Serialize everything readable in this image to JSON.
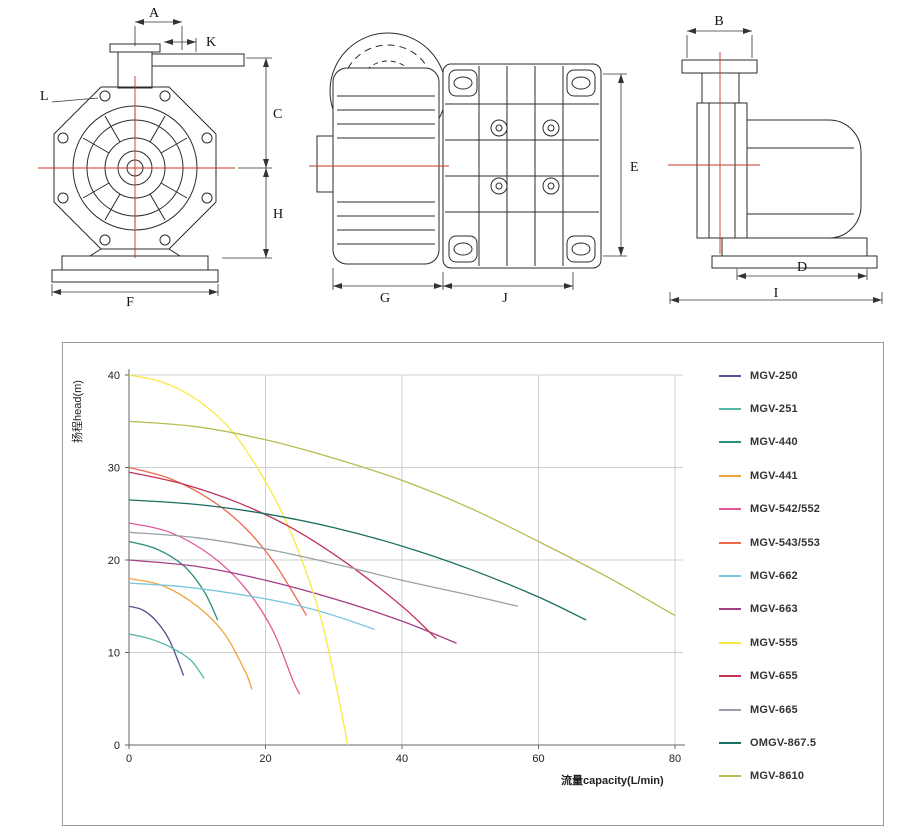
{
  "drawings": {
    "dims": {
      "A": "A",
      "B": "B",
      "C": "C",
      "D": "D",
      "E": "E",
      "F": "F",
      "G": "G",
      "H": "H",
      "I": "I",
      "J": "J",
      "K": "K",
      "L": "L"
    }
  },
  "chart_data": {
    "type": "line",
    "title": "",
    "xlabel": "流量capacity(L/min)",
    "ylabel": "扬程head(m)",
    "xlim": [
      0,
      80
    ],
    "ylim": [
      0,
      40
    ],
    "x_ticks": [
      0,
      20,
      40,
      60,
      80
    ],
    "y_ticks": [
      0,
      10,
      20,
      30,
      40
    ],
    "grid": true,
    "legend_position": "right",
    "series": [
      {
        "name": "MGV-250",
        "color": "#55508e",
        "points": [
          [
            0,
            15
          ],
          [
            2,
            14.6
          ],
          [
            4,
            13.4
          ],
          [
            6,
            11.2
          ],
          [
            8,
            7.5
          ]
        ]
      },
      {
        "name": "MGV-251",
        "color": "#53b8a8",
        "points": [
          [
            0,
            12
          ],
          [
            3,
            11.5
          ],
          [
            6,
            10.6
          ],
          [
            9,
            9.2
          ],
          [
            11,
            7.2
          ]
        ]
      },
      {
        "name": "MGV-440",
        "color": "#2f8e7e",
        "points": [
          [
            0,
            22
          ],
          [
            4,
            21.2
          ],
          [
            8,
            19.4
          ],
          [
            11,
            16.6
          ],
          [
            13,
            13.5
          ]
        ]
      },
      {
        "name": "MGV-441",
        "color": "#f0a43c",
        "points": [
          [
            0,
            18
          ],
          [
            5,
            17.2
          ],
          [
            10,
            15
          ],
          [
            14,
            12
          ],
          [
            17,
            8
          ],
          [
            18,
            6
          ]
        ]
      },
      {
        "name": "MGV-542/552",
        "color": "#e05a9b",
        "points": [
          [
            0,
            24
          ],
          [
            6,
            23
          ],
          [
            12,
            20.5
          ],
          [
            17,
            17
          ],
          [
            21,
            12.5
          ],
          [
            24,
            7
          ],
          [
            25,
            5.5
          ]
        ]
      },
      {
        "name": "MGV-543/553",
        "color": "#ed6a50",
        "points": [
          [
            0,
            30
          ],
          [
            6,
            28.8
          ],
          [
            12,
            26.5
          ],
          [
            17,
            23.5
          ],
          [
            21,
            20
          ],
          [
            24,
            16.5
          ],
          [
            26,
            14
          ]
        ]
      },
      {
        "name": "MGV-662",
        "color": "#7cc7dd",
        "points": [
          [
            0,
            17.5
          ],
          [
            8,
            17.1
          ],
          [
            16,
            16.3
          ],
          [
            24,
            15.2
          ],
          [
            30,
            14
          ],
          [
            36,
            12.5
          ]
        ]
      },
      {
        "name": "MGV-663",
        "color": "#a63d85",
        "points": [
          [
            0,
            20
          ],
          [
            10,
            19.3
          ],
          [
            20,
            17.8
          ],
          [
            30,
            15.8
          ],
          [
            40,
            13.4
          ],
          [
            48,
            11
          ]
        ]
      },
      {
        "name": "MGV-555",
        "color": "#f7e942",
        "points": [
          [
            0,
            40
          ],
          [
            5,
            39.2
          ],
          [
            10,
            37.3
          ],
          [
            15,
            34
          ],
          [
            20,
            28.5
          ],
          [
            24,
            22.5
          ],
          [
            28,
            14
          ],
          [
            31,
            4
          ],
          [
            32,
            0
          ]
        ]
      },
      {
        "name": "MGV-655",
        "color": "#c13358",
        "points": [
          [
            0,
            29.5
          ],
          [
            8,
            28.2
          ],
          [
            16,
            26.2
          ],
          [
            24,
            23.4
          ],
          [
            32,
            19.6
          ],
          [
            40,
            15
          ],
          [
            45,
            11.5
          ]
        ]
      },
      {
        "name": "MGV-665",
        "color": "#9aa0a8",
        "points": [
          [
            0,
            23
          ],
          [
            10,
            22.4
          ],
          [
            20,
            21.2
          ],
          [
            30,
            19.6
          ],
          [
            40,
            17.8
          ],
          [
            50,
            16.2
          ],
          [
            57,
            15
          ]
        ]
      },
      {
        "name": "OMGV-867.5",
        "color": "#1b6f60",
        "points": [
          [
            0,
            26.5
          ],
          [
            10,
            26
          ],
          [
            20,
            25
          ],
          [
            30,
            23.5
          ],
          [
            40,
            21.5
          ],
          [
            50,
            19
          ],
          [
            60,
            16
          ],
          [
            67,
            13.5
          ]
        ]
      },
      {
        "name": "MGV-8610",
        "color": "#b8bc52",
        "points": [
          [
            0,
            35
          ],
          [
            10,
            34.4
          ],
          [
            20,
            33
          ],
          [
            30,
            31
          ],
          [
            40,
            28.6
          ],
          [
            50,
            25.6
          ],
          [
            60,
            22
          ],
          [
            70,
            18.2
          ],
          [
            80,
            14
          ]
        ]
      }
    ]
  }
}
